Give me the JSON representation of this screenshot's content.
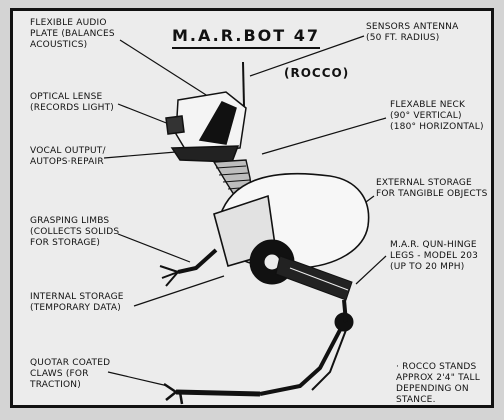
{
  "title": "M.A.R.BOT 47",
  "nickname": "(ROCCO)",
  "labels": {
    "audio_plate": [
      "FLEXIBLE AUDIO",
      "PLATE (BALANCES",
      "ACOUSTICS)"
    ],
    "optical_lense": [
      "OPTICAL LENSE",
      "(RECORDS LIGHT)"
    ],
    "vocal_output": [
      "VOCAL OUTPUT/",
      "AUTOPS·REPAIR"
    ],
    "grasping_limbs": [
      "GRASPING LIMBS",
      "(COLLECTS SOLIDS",
      "FOR STORAGE)"
    ],
    "internal_storage": [
      "INTERNAL STORAGE",
      "(TEMPORARY DATA)"
    ],
    "claws": [
      "QUOTAR COATED",
      "CLAWS (FOR",
      "TRACTION)"
    ],
    "sensors_antenna": [
      "SENSORS ANTENNA",
      "(50 ft. RADIUS)"
    ],
    "neck": [
      "FLEXABLE NECK",
      "(90° VERTICAL)",
      "(180° HORIZONTAL)"
    ],
    "external_storage": [
      "EXTERNAL STORAGE",
      "FOR TANGIBLE OBJECTS"
    ],
    "legs": [
      "M.A.R. QUN-HINGE",
      "LEGS - MODEL 203",
      "(UP TO 20 MPH)"
    ],
    "stands": [
      "· ROCCO STANDS",
      "APPROX 2'4\" TALL",
      "DEPENDING ON",
      "STANCE."
    ]
  }
}
